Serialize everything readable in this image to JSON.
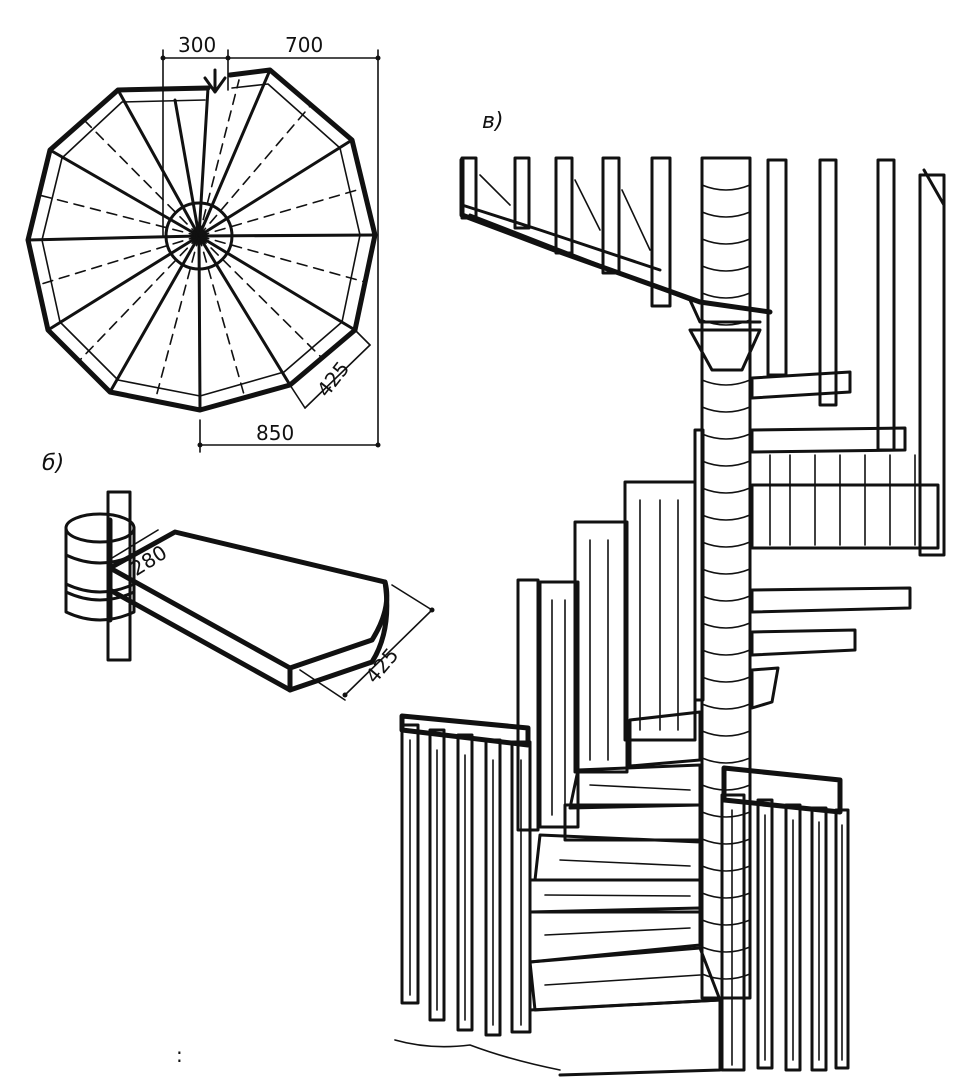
{
  "plan_view": {
    "dim_top_left": "300",
    "dim_top_right": "700",
    "dim_tread": "425",
    "dim_bottom": "850"
  },
  "tread_view": {
    "label": "б)",
    "dim_width": "280",
    "dim_length": "425"
  },
  "stair_view": {
    "label": "в)"
  },
  "stray_mark": ":"
}
